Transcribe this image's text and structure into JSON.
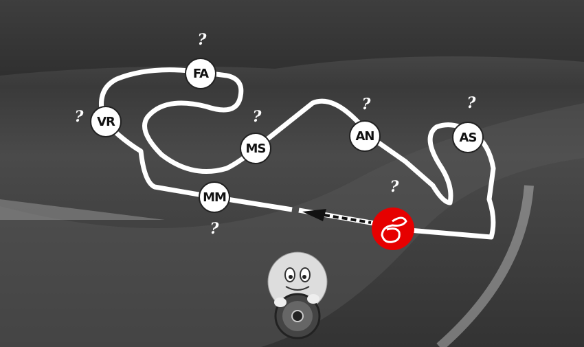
{
  "colors": {
    "start": "#e60000",
    "track": "#ffffff"
  },
  "nodes": [
    {
      "id": "FA",
      "label": "FA",
      "hint": "?"
    },
    {
      "id": "VR",
      "label": "VR",
      "hint": "?"
    },
    {
      "id": "MS",
      "label": "MS",
      "hint": "?"
    },
    {
      "id": "MM",
      "label": "MM",
      "hint": "?"
    },
    {
      "id": "AN",
      "label": "AN",
      "hint": "?"
    },
    {
      "id": "AS",
      "label": "AS",
      "hint": "?"
    }
  ],
  "start": {
    "hint": "?"
  }
}
